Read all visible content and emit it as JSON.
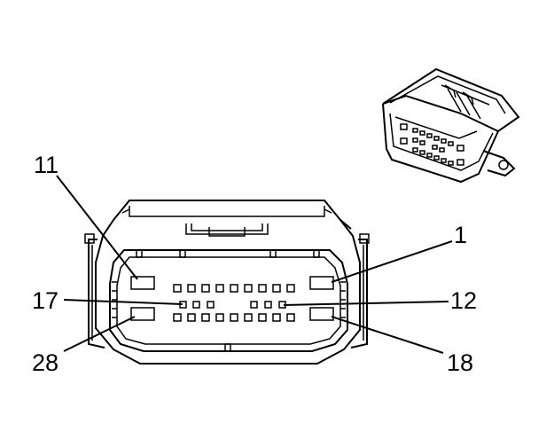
{
  "diagram": {
    "labels": {
      "pin_1": "1",
      "pin_11": "11",
      "pin_12": "12",
      "pin_17": "17",
      "pin_18": "18",
      "pin_28": "28"
    },
    "colors": {
      "line": "#000000",
      "background": "#ffffff"
    }
  }
}
